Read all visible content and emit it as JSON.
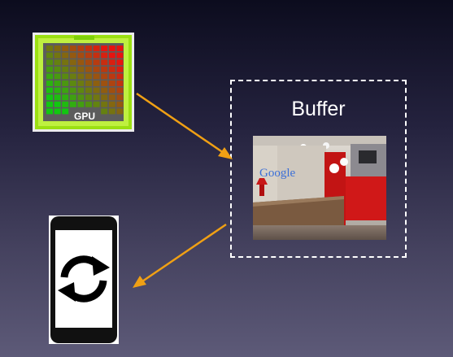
{
  "gpu": {
    "label": "GPU",
    "icon": "gpu-chip-icon",
    "colors": {
      "frame": "#a6e81c",
      "cold": "#11c411",
      "hot": "#e01010"
    }
  },
  "buffer": {
    "title": "Buffer",
    "image_logo_text": "Google",
    "image_alt": "office-lobby-photo"
  },
  "display": {
    "icon": "phone-icon",
    "screen_icon": "refresh-icon"
  },
  "arrows": {
    "color": "#f0a014",
    "items": [
      {
        "name": "gpu-to-buffer-arrow"
      },
      {
        "name": "buffer-to-phone-arrow"
      }
    ]
  }
}
